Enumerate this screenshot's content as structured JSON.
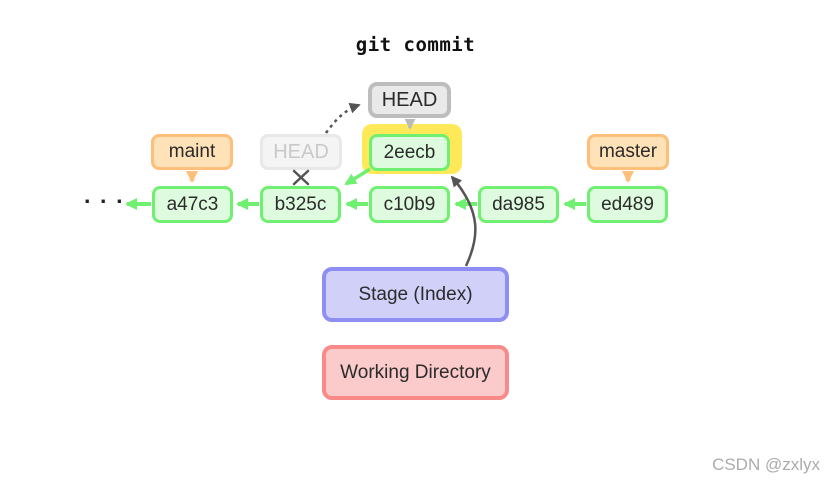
{
  "title": "git commit",
  "watermark": "CSDN @zxlyx",
  "ellipsis": "· · ·",
  "head_pointer": {
    "label": "HEAD"
  },
  "old_head_pointer": {
    "label": "HEAD"
  },
  "branches": {
    "maint": {
      "label": "maint"
    },
    "master": {
      "label": "master"
    }
  },
  "new_commit": {
    "label": "2eecb",
    "highlighted": true
  },
  "commit_chain": [
    {
      "label": "a47c3"
    },
    {
      "label": "b325c"
    },
    {
      "label": "c10b9"
    },
    {
      "label": "da985"
    },
    {
      "label": "ed489"
    }
  ],
  "areas": {
    "stage": {
      "label": "Stage (Index)"
    },
    "working_directory": {
      "label": "Working Directory"
    }
  },
  "colors": {
    "greenFill": "#DFFBDF",
    "greenBorder": "#70F070",
    "orangeFill": "#FFE2B8",
    "orangeBorder": "#FFBE7A",
    "grayFill": "#E9E9E9",
    "grayBorder": "#BDBDBD",
    "fadedFill": "#F4F4F4",
    "fadedBorder": "#E8E8E8",
    "fadedText": "#C9C9C9",
    "yellowHighlight": "#FFE959",
    "purpleFill": "#D0D0F9",
    "purpleBorder": "#8F8FF3",
    "pinkFill": "#FBCACA",
    "pinkBorder": "#F98A8A",
    "darkArrow": "#555555",
    "lightArrow": "#BBBBBB",
    "text": "#2B2B2B",
    "watermarkColor": "#ABABAB"
  }
}
